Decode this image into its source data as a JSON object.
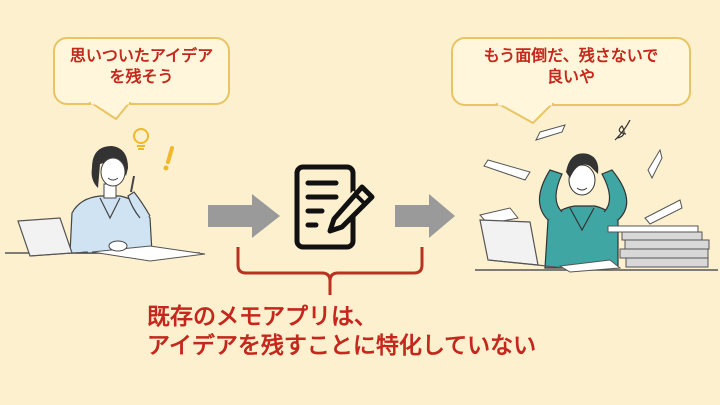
{
  "colors": {
    "background": "#fdf0cf",
    "bubble_fill": "#fff6dc",
    "bubble_border": "#e8c462",
    "text_red": "#c4281c",
    "arrow_gray": "#9a9a9a",
    "bracket_red": "#b8321f"
  },
  "left_bubble": {
    "lines": [
      "思いついたアイデア",
      "を残そう"
    ]
  },
  "right_bubble": {
    "lines": [
      "もう面倒だ、残さないで",
      "良いや"
    ]
  },
  "left_scene": {
    "description": "woman at desk with laptop, pen raised, lightbulb idea",
    "icons": [
      "lightbulb-icon",
      "exclamation-icon"
    ]
  },
  "center": {
    "icon": "memo-pencil-icon",
    "arrows": [
      "arrow-right",
      "arrow-right"
    ]
  },
  "right_scene": {
    "description": "stressed woman holding head at desk with laptop, flying papers, stacked binders"
  },
  "caption": {
    "lines": [
      "既存のメモアプリは、",
      "アイデアを残すことに特化していない"
    ]
  }
}
